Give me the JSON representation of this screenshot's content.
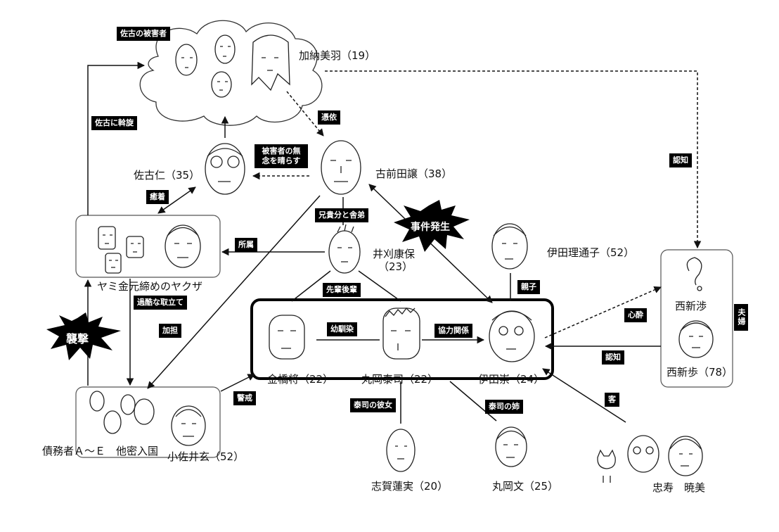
{
  "people": {
    "kano": "加納美羽（19）",
    "komaeda": "古前田譲（38）",
    "sako": "佐古仁（35）",
    "ikari_1": "井刈康保",
    "ikari_2": "（23）",
    "iida_riko": "伊田理通子（52）",
    "kanahashi": "金橋将（22）",
    "maruoka_taishi": "丸岡泰司（22）",
    "iida_takashi": "伊田崇（24）",
    "nishinsho": "西新渉",
    "nishinayumi": "西新歩（78）",
    "yakuza": "ヤミ金元締めのヤクザ",
    "debtors": "債務者Ａ～Ｅ　他密入国",
    "kosai": "小佐井玄（52）",
    "shiga": "志賀蓮実（20）",
    "maruoka_aya": "丸岡文（25）",
    "tadotoshi": "忠寿　暁美"
  },
  "tags": {
    "sako_victims": "佐古の被害者",
    "hyoui": "憑依",
    "sako_assen": "佐古に斡旋",
    "higaisha_1": "被害者の無",
    "higaisha_2": "念を晴らす",
    "ninshiki_top": "認知",
    "yuchaku": "癒着",
    "kyodaibun": "兄貴分と舎弟",
    "shozoku": "所属",
    "senpai": "先輩後輩",
    "oyako": "親子",
    "kokuna": "過酷な取立て",
    "katan": "加担",
    "osananajimi": "幼馴染",
    "kyoryoku": "協力関係",
    "shinjo": "心酔",
    "fuufu": "夫婦",
    "ninshiki_mid": "認知",
    "keikai": "警戒",
    "kanojo": "泰司の彼女",
    "ane": "泰司の姉",
    "kyaku": "客"
  },
  "bursts": {
    "jiken": "事件発生",
    "shugeki": "襲撃"
  }
}
